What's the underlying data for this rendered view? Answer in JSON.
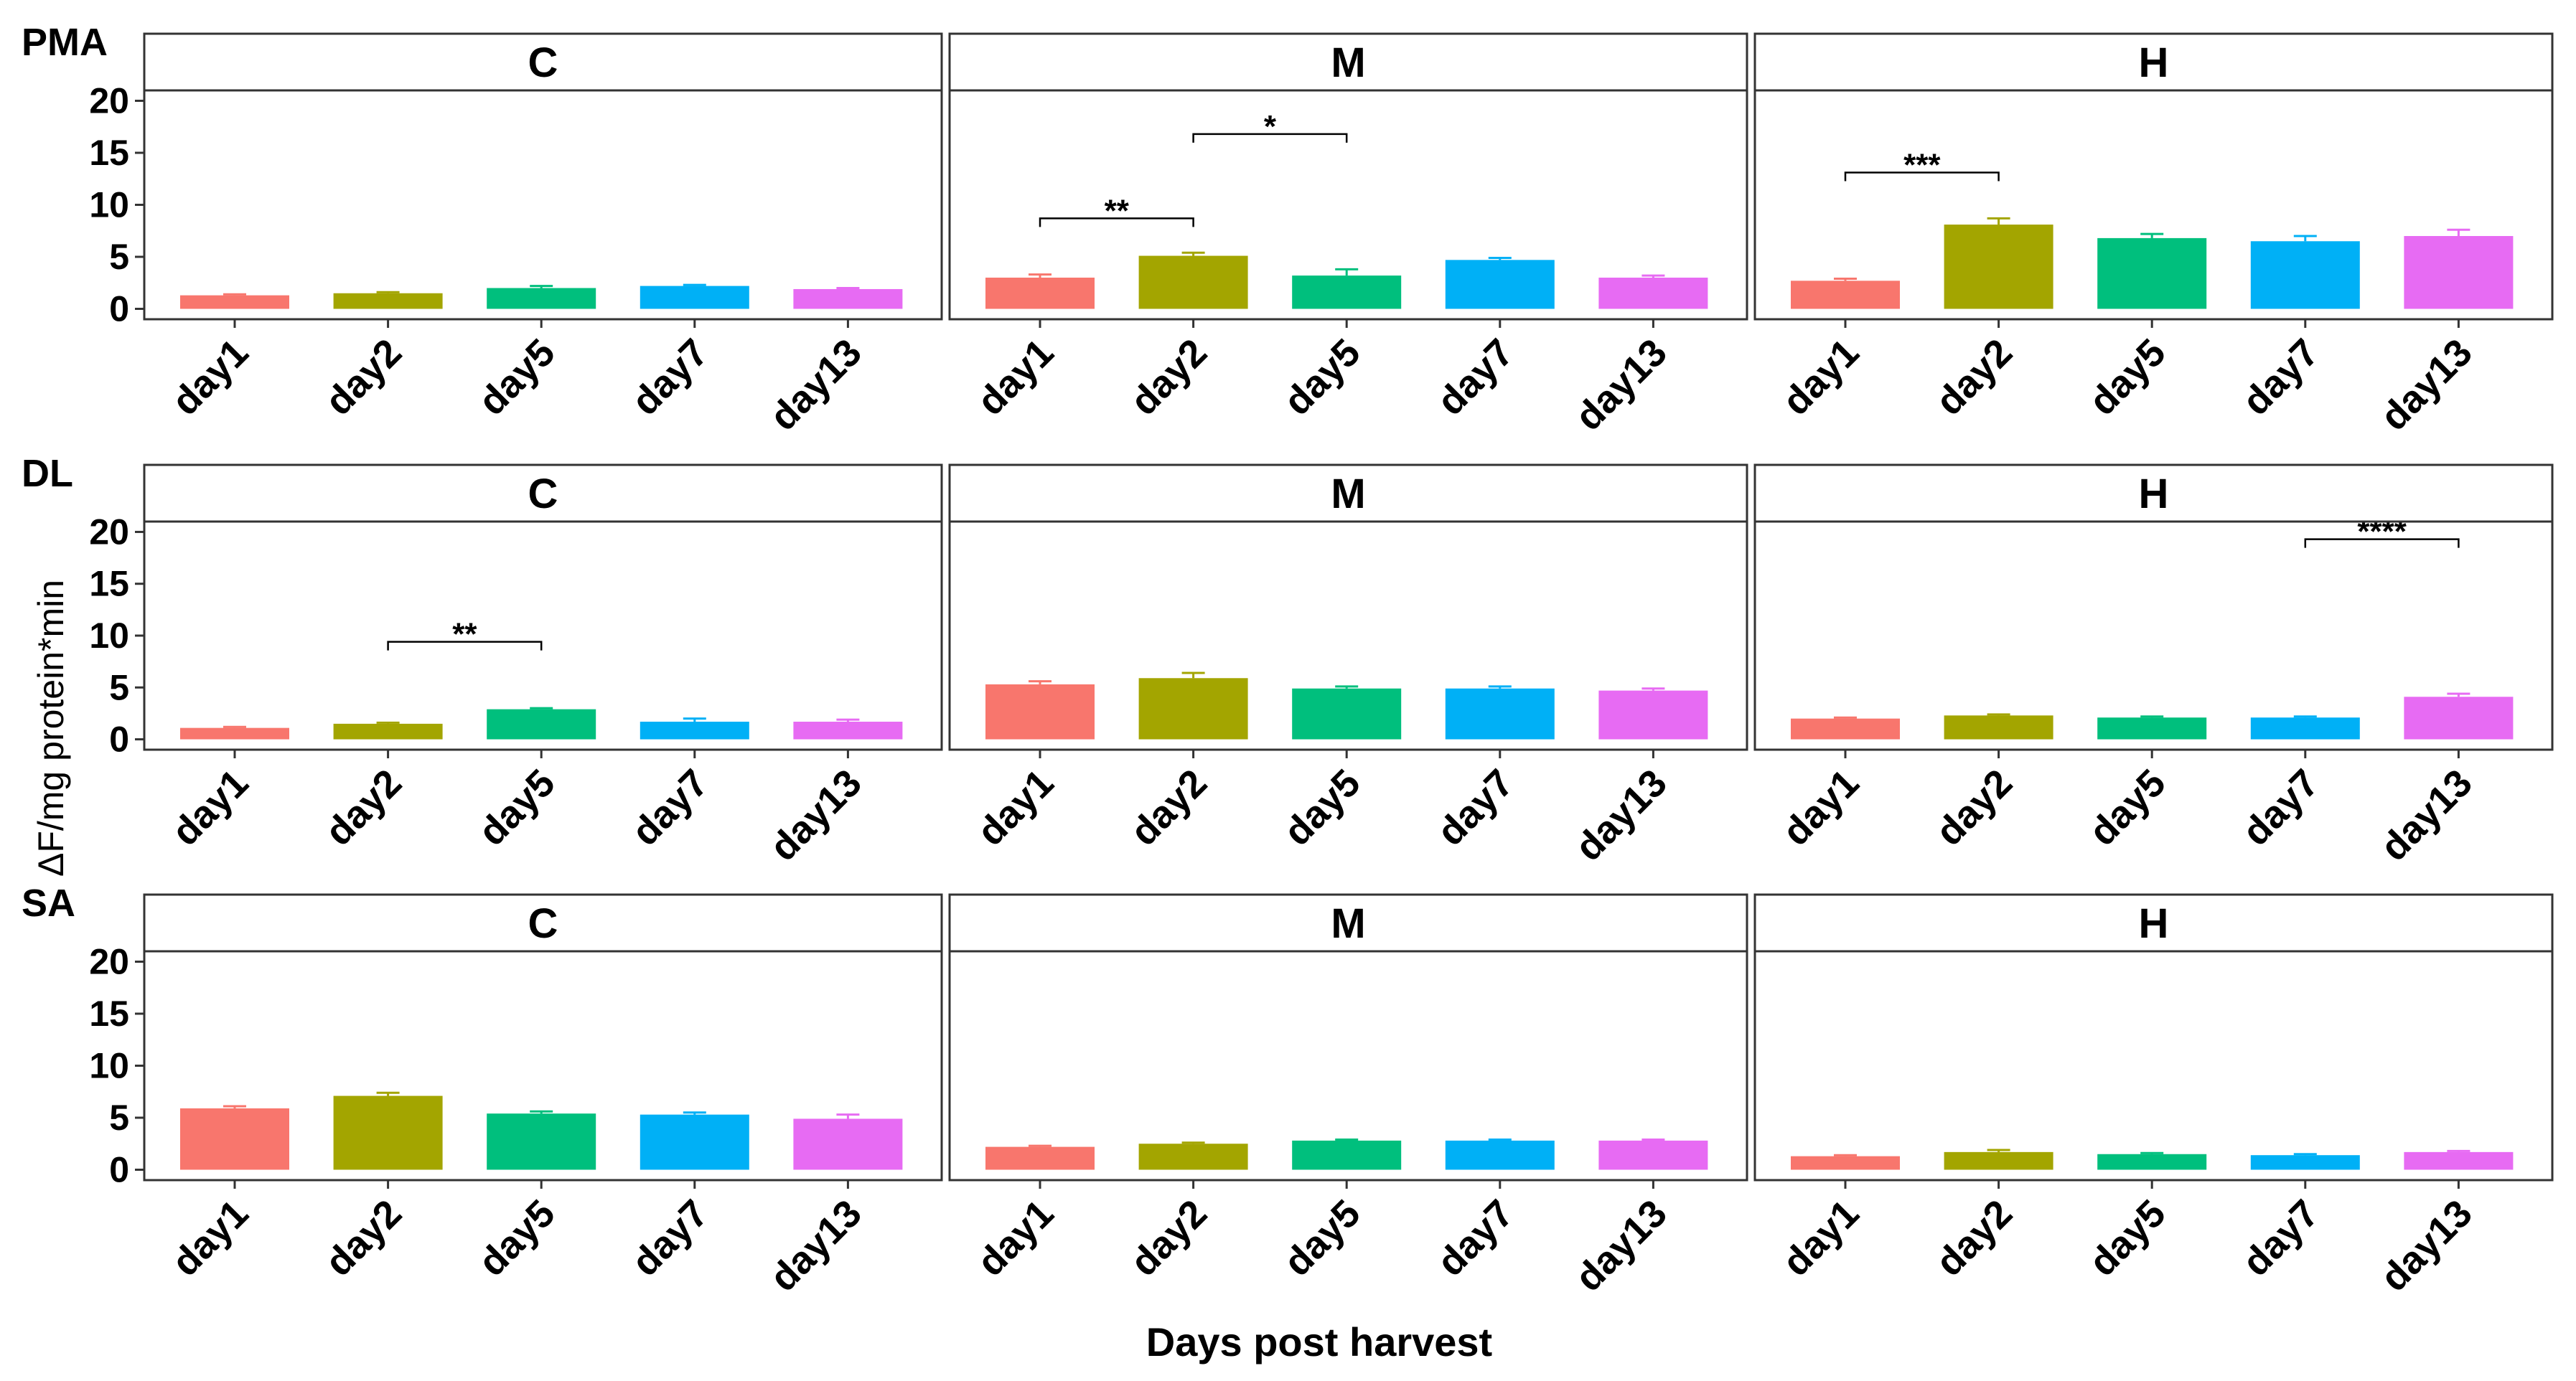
{
  "chart_data": {
    "type": "bar",
    "layout": "facet-grid",
    "x_label": "Days post harvest",
    "y_label": "ΔF/mg protein*min",
    "categories": [
      "day1",
      "day2",
      "day5",
      "day7",
      "day13"
    ],
    "colors": [
      "#F8766D",
      "#A3A500",
      "#00BF7D",
      "#00B0F6",
      "#E76BF3"
    ],
    "yticks": [
      0,
      5,
      10,
      15,
      20
    ],
    "ylim": [
      -1,
      21
    ],
    "rows": [
      {
        "label": "PMA",
        "panels": [
          {
            "facet": "C",
            "values": [
              1.3,
              1.5,
              2.0,
              2.2,
              1.9
            ],
            "errors": [
              0.1,
              0.1,
              0.2,
              0.1,
              0.1
            ],
            "annotations": []
          },
          {
            "facet": "M",
            "values": [
              3.0,
              5.1,
              3.2,
              4.7,
              3.0
            ],
            "errors": [
              0.3,
              0.3,
              0.6,
              0.2,
              0.2
            ],
            "annotations": [
              {
                "from": 0,
                "to": 1,
                "y": 8.7,
                "label": "**"
              },
              {
                "from": 1,
                "to": 2,
                "y": 16.8,
                "label": "*"
              }
            ]
          },
          {
            "facet": "H",
            "values": [
              2.7,
              8.1,
              6.8,
              6.5,
              7.0
            ],
            "errors": [
              0.2,
              0.6,
              0.4,
              0.5,
              0.6
            ],
            "annotations": [
              {
                "from": 0,
                "to": 1,
                "y": 13.1,
                "label": "***"
              }
            ]
          }
        ]
      },
      {
        "label": "DL",
        "panels": [
          {
            "facet": "C",
            "values": [
              1.1,
              1.5,
              2.9,
              1.7,
              1.7
            ],
            "errors": [
              0.1,
              0.1,
              0.1,
              0.3,
              0.2
            ],
            "annotations": [
              {
                "from": 1,
                "to": 2,
                "y": 9.4,
                "label": "**"
              }
            ]
          },
          {
            "facet": "M",
            "values": [
              5.3,
              5.9,
              4.9,
              4.9,
              4.7
            ],
            "errors": [
              0.3,
              0.5,
              0.2,
              0.2,
              0.2
            ],
            "annotations": []
          },
          {
            "facet": "H",
            "values": [
              2.0,
              2.3,
              2.1,
              2.1,
              4.1
            ],
            "errors": [
              0.1,
              0.1,
              0.1,
              0.1,
              0.3
            ],
            "annotations": [
              {
                "from": 3,
                "to": 4,
                "y": 19.3,
                "label": "****"
              }
            ]
          }
        ]
      },
      {
        "label": "SA",
        "panels": [
          {
            "facet": "C",
            "values": [
              5.9,
              7.1,
              5.4,
              5.3,
              4.9
            ],
            "errors": [
              0.2,
              0.3,
              0.2,
              0.2,
              0.4
            ],
            "annotations": []
          },
          {
            "facet": "M",
            "values": [
              2.2,
              2.5,
              2.8,
              2.8,
              2.8
            ],
            "errors": [
              0.1,
              0.1,
              0.1,
              0.1,
              0.1
            ],
            "annotations": []
          },
          {
            "facet": "H",
            "values": [
              1.3,
              1.7,
              1.5,
              1.4,
              1.7
            ],
            "errors": [
              0.1,
              0.2,
              0.1,
              0.1,
              0.1
            ],
            "annotations": []
          }
        ]
      }
    ]
  }
}
